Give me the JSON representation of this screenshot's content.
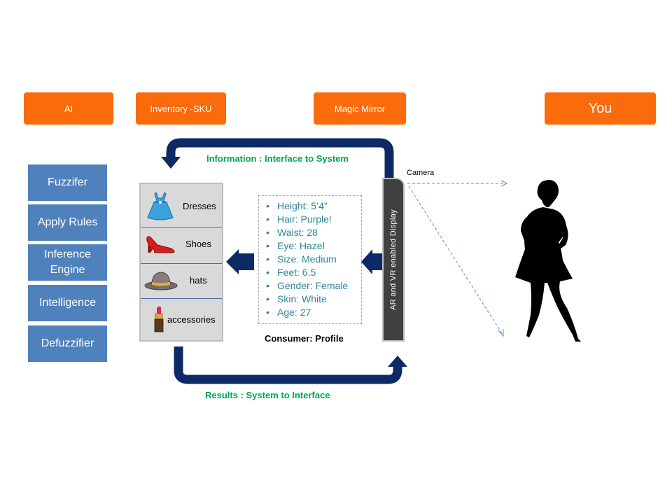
{
  "headers": {
    "ai": "AI",
    "inventory": "Inventory -SKU",
    "mirror": "Magic Mirror",
    "you": "You"
  },
  "ai_stack": [
    "Fuzzifer",
    "Apply Rules",
    "Inference Engine",
    "Intelligence",
    "Defuzzifier"
  ],
  "inventory_items": [
    "Dresses",
    "Shoes",
    "hats",
    "accessories"
  ],
  "profile": {
    "items": [
      "Height: 5’4”",
      "Hair: Purple!",
      "Waist: 28",
      "Eye: Hazel",
      "Size: Medium",
      "Feet: 6.5",
      "Gender: Female",
      "Skin: White",
      "Age: 27"
    ],
    "caption": "Consumer: Profile"
  },
  "flows": {
    "top": "Information : Interface to System",
    "bottom": "Results : System to Interface"
  },
  "display_label": "AR and VR enabled Display",
  "camera_label": "Camera",
  "colors": {
    "header": "#fa6b0c",
    "stack": "#4f81bd",
    "arrow": "#0e2a66",
    "flow_text": "#00a651",
    "profile_text": "#31859c"
  }
}
